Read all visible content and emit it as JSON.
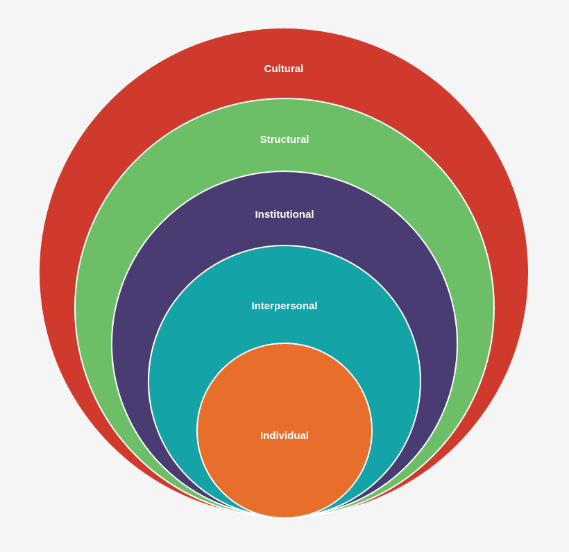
{
  "diagram": {
    "layers": [
      {
        "label": "Cultural",
        "color": "#cf3a2d"
      },
      {
        "label": "Structural",
        "color": "#6dbf67"
      },
      {
        "label": "Institutional",
        "color": "#483c72"
      },
      {
        "label": "Interpersonal",
        "color": "#14a3a6"
      },
      {
        "label": "Individual",
        "color": "#e86f2b"
      }
    ],
    "background": "#f5f5f5",
    "ring_border": "#ffffff"
  }
}
